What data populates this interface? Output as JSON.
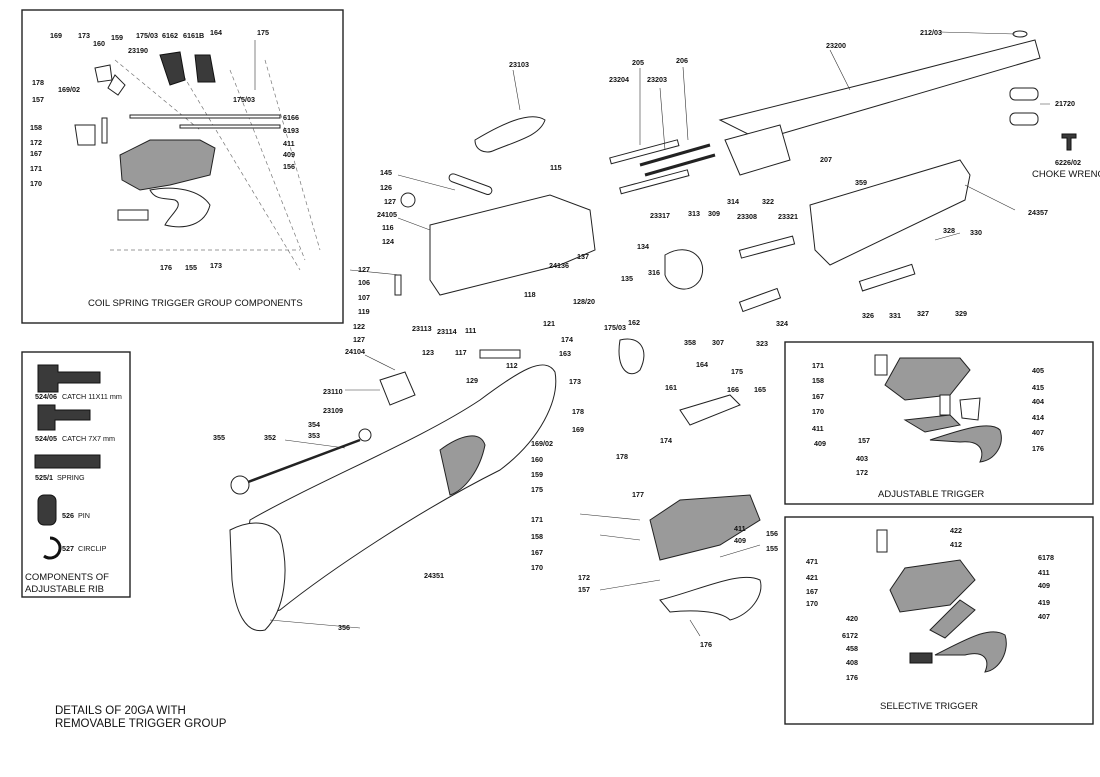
{
  "panels": {
    "coil_spring": {
      "title": "COIL SPRING TRIGGER GROUP COMPONENTS",
      "labels": [
        "169",
        "173",
        "160",
        "159",
        "175/03",
        "6162",
        "6161B",
        "164",
        "175",
        "23190",
        "178",
        "169/02",
        "157",
        "175/03",
        "158",
        "172",
        "167",
        "171",
        "170",
        "6166",
        "6193",
        "411",
        "409",
        "156",
        "176",
        "155",
        "173"
      ]
    },
    "rib": {
      "items": [
        {
          "code": "524/06",
          "desc": "CATCH 11X11 mm"
        },
        {
          "code": "524/05",
          "desc": "CATCH 7X7 mm"
        },
        {
          "code": "525/1",
          "desc": "SPRING"
        },
        {
          "code": "526",
          "desc": "PIN"
        },
        {
          "code": "527",
          "desc": "CIRCLIP"
        }
      ],
      "title_line1": "COMPONENTS OF",
      "title_line2": "ADJUSTABLE RIB"
    },
    "adjustable": {
      "title": "ADJUSTABLE TRIGGER",
      "labels": [
        "171",
        "158",
        "167",
        "170",
        "411",
        "409",
        "405",
        "415",
        "404",
        "414",
        "407",
        "157",
        "403",
        "172",
        "176"
      ]
    },
    "selective": {
      "title": "SELECTIVE TRIGGER",
      "labels": [
        "422",
        "412",
        "471",
        "421",
        "167",
        "170",
        "6178",
        "411",
        "409",
        "419",
        "407",
        "420",
        "6172",
        "458",
        "408",
        "176"
      ]
    }
  },
  "main": {
    "labels": [
      "212/03",
      "23200",
      "23103",
      "23204",
      "205",
      "23203",
      "206",
      "21720",
      "6226/02",
      "207",
      "359",
      "24357",
      "145",
      "126",
      "127",
      "116",
      "124",
      "24105",
      "115",
      "23317",
      "313",
      "309",
      "314",
      "23308",
      "322",
      "23321",
      "328",
      "330",
      "134",
      "24136",
      "137",
      "127",
      "106",
      "107",
      "119",
      "122",
      "127",
      "24104",
      "118",
      "23113",
      "23114",
      "111",
      "121",
      "135",
      "128/20",
      "316",
      "162",
      "175/03",
      "174",
      "358",
      "307",
      "324",
      "323",
      "326",
      "331",
      "327",
      "329",
      "123",
      "117",
      "112",
      "129",
      "163",
      "164",
      "23110",
      "23109",
      "354",
      "353",
      "355",
      "352",
      "173",
      "175",
      "166",
      "165",
      "178",
      "169",
      "174",
      "161",
      "169/02",
      "160",
      "159",
      "178",
      "175",
      "177",
      "171",
      "158",
      "167",
      "170",
      "411",
      "409",
      "156",
      "155",
      "172",
      "157",
      "176",
      "24351",
      "356"
    ],
    "choke_wrench": "CHOKE WRENCH",
    "footer_line1": "DETAILS OF 20GA WITH",
    "footer_line2": "REMOVABLE TRIGGER GROUP"
  }
}
